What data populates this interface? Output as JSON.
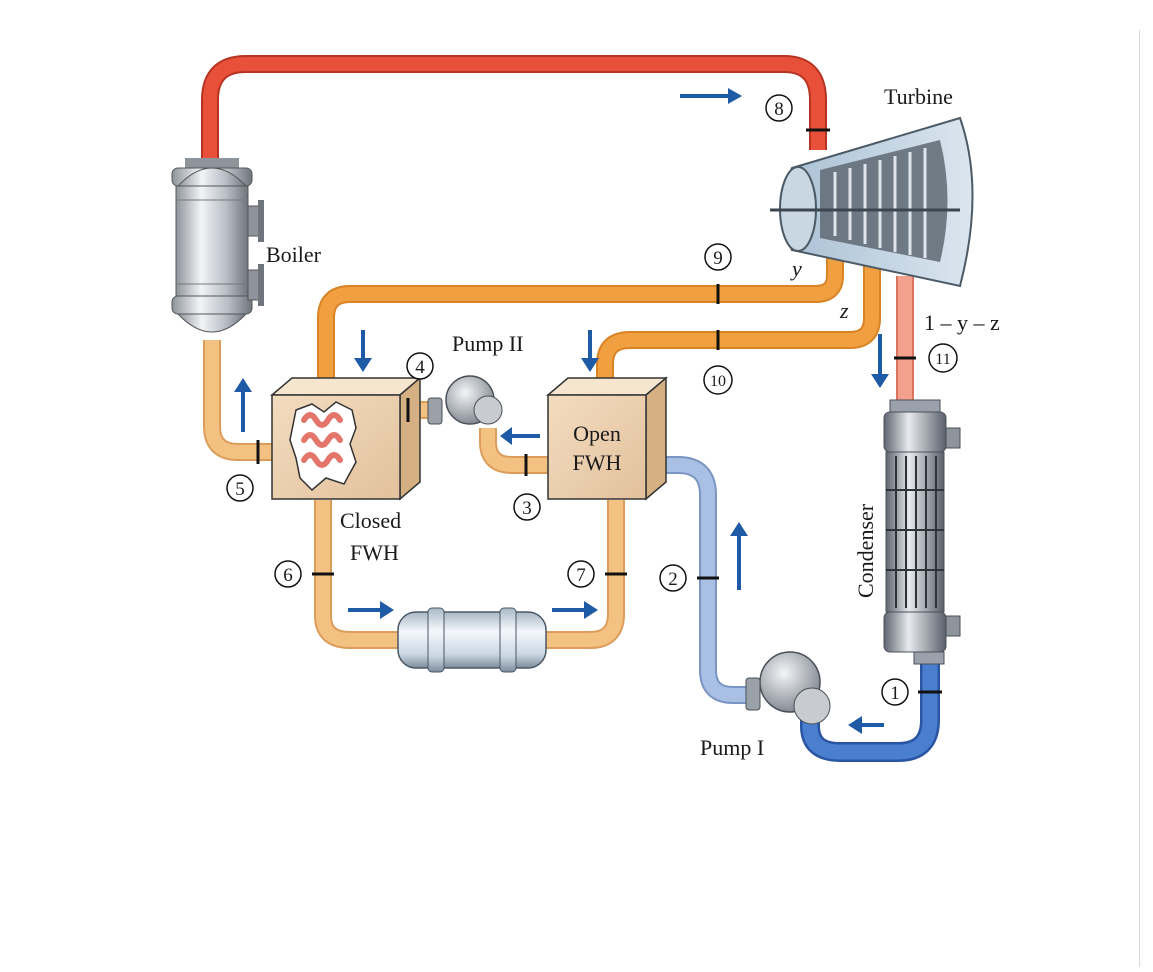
{
  "components": {
    "turbine": "Turbine",
    "boiler": "Boiler",
    "pump_2": "Pump II",
    "pump_1": "Pump I",
    "open_fwh_line1": "Open",
    "open_fwh_line2": "FWH",
    "closed_fwh_line1": "Closed",
    "closed_fwh_line2": "FWH",
    "condenser": "Condenser"
  },
  "fractions": {
    "y": "y",
    "z": "z",
    "remainder": "1 – y – z"
  },
  "states": [
    "1",
    "2",
    "3",
    "4",
    "5",
    "6",
    "7",
    "8",
    "9",
    "10",
    "11"
  ],
  "colors": {
    "superheated": "#e8503a",
    "extraction": "#f0a040",
    "feedwater": "#f3c182",
    "condensate": "#9db4df",
    "cold": "#3a6cc0",
    "arrow": "#1f5aa6"
  }
}
